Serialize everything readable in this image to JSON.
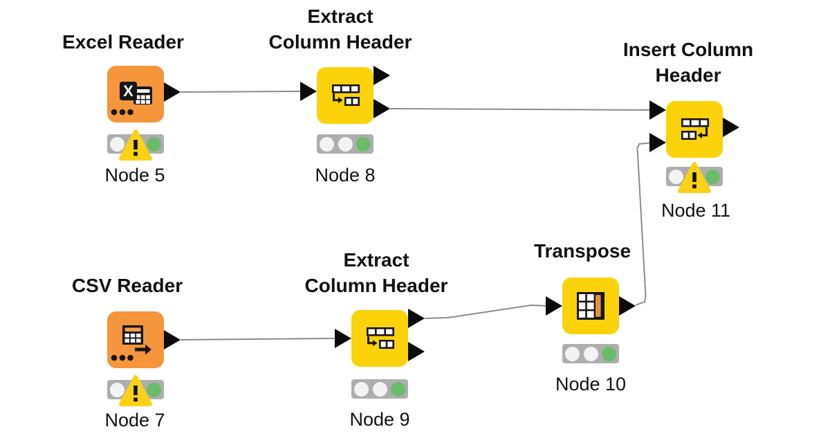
{
  "workflow": {
    "nodes": [
      {
        "id": "node5",
        "type": "Excel Reader",
        "title_line1": "Excel Reader",
        "title_line2": "",
        "label": "Node 5",
        "lights": "off,off,green",
        "warning": true
      },
      {
        "id": "node8",
        "type": "Extract Column Header",
        "title_line1": "Extract",
        "title_line2": "Column Header",
        "label": "Node 8",
        "lights": "off,off,green",
        "warning": false
      },
      {
        "id": "node11",
        "type": "Insert Column Header",
        "title_line1": "Insert Column",
        "title_line2": "Header",
        "label": "Node 11",
        "lights": "off,off,green",
        "warning": true
      },
      {
        "id": "node7",
        "type": "CSV Reader",
        "title_line1": "CSV Reader",
        "title_line2": "",
        "label": "Node 7",
        "lights": "off,off,green",
        "warning": true
      },
      {
        "id": "node9",
        "type": "Extract Column Header",
        "title_line1": "Extract",
        "title_line2": "Column Header",
        "label": "Node 9",
        "lights": "off,off,green",
        "warning": false
      },
      {
        "id": "node10",
        "type": "Transpose",
        "title_line1": "Transpose",
        "title_line2": "",
        "label": "Node 10",
        "lights": "off,off,green",
        "warning": false
      }
    ],
    "connections": [
      {
        "from": "Node 5",
        "to": "Node 8"
      },
      {
        "from": "Node 8",
        "to": "Node 11"
      },
      {
        "from": "Node 7",
        "to": "Node 9"
      },
      {
        "from": "Node 9",
        "to": "Node 10"
      },
      {
        "from": "Node 10",
        "to": "Node 11"
      }
    ],
    "colors": {
      "reader_node": "#F5953C",
      "manipulator_node": "#FCD20A",
      "connection_line": "#8C8C8C",
      "traffic_bar": "#AEAEAE",
      "light_off": "#F3F3F3",
      "light_green": "#69BD69",
      "warning_yellow": "#FCD116",
      "icon_ink": "#161616",
      "transpose_accent": "#E78F3F",
      "text": "#111111"
    }
  }
}
